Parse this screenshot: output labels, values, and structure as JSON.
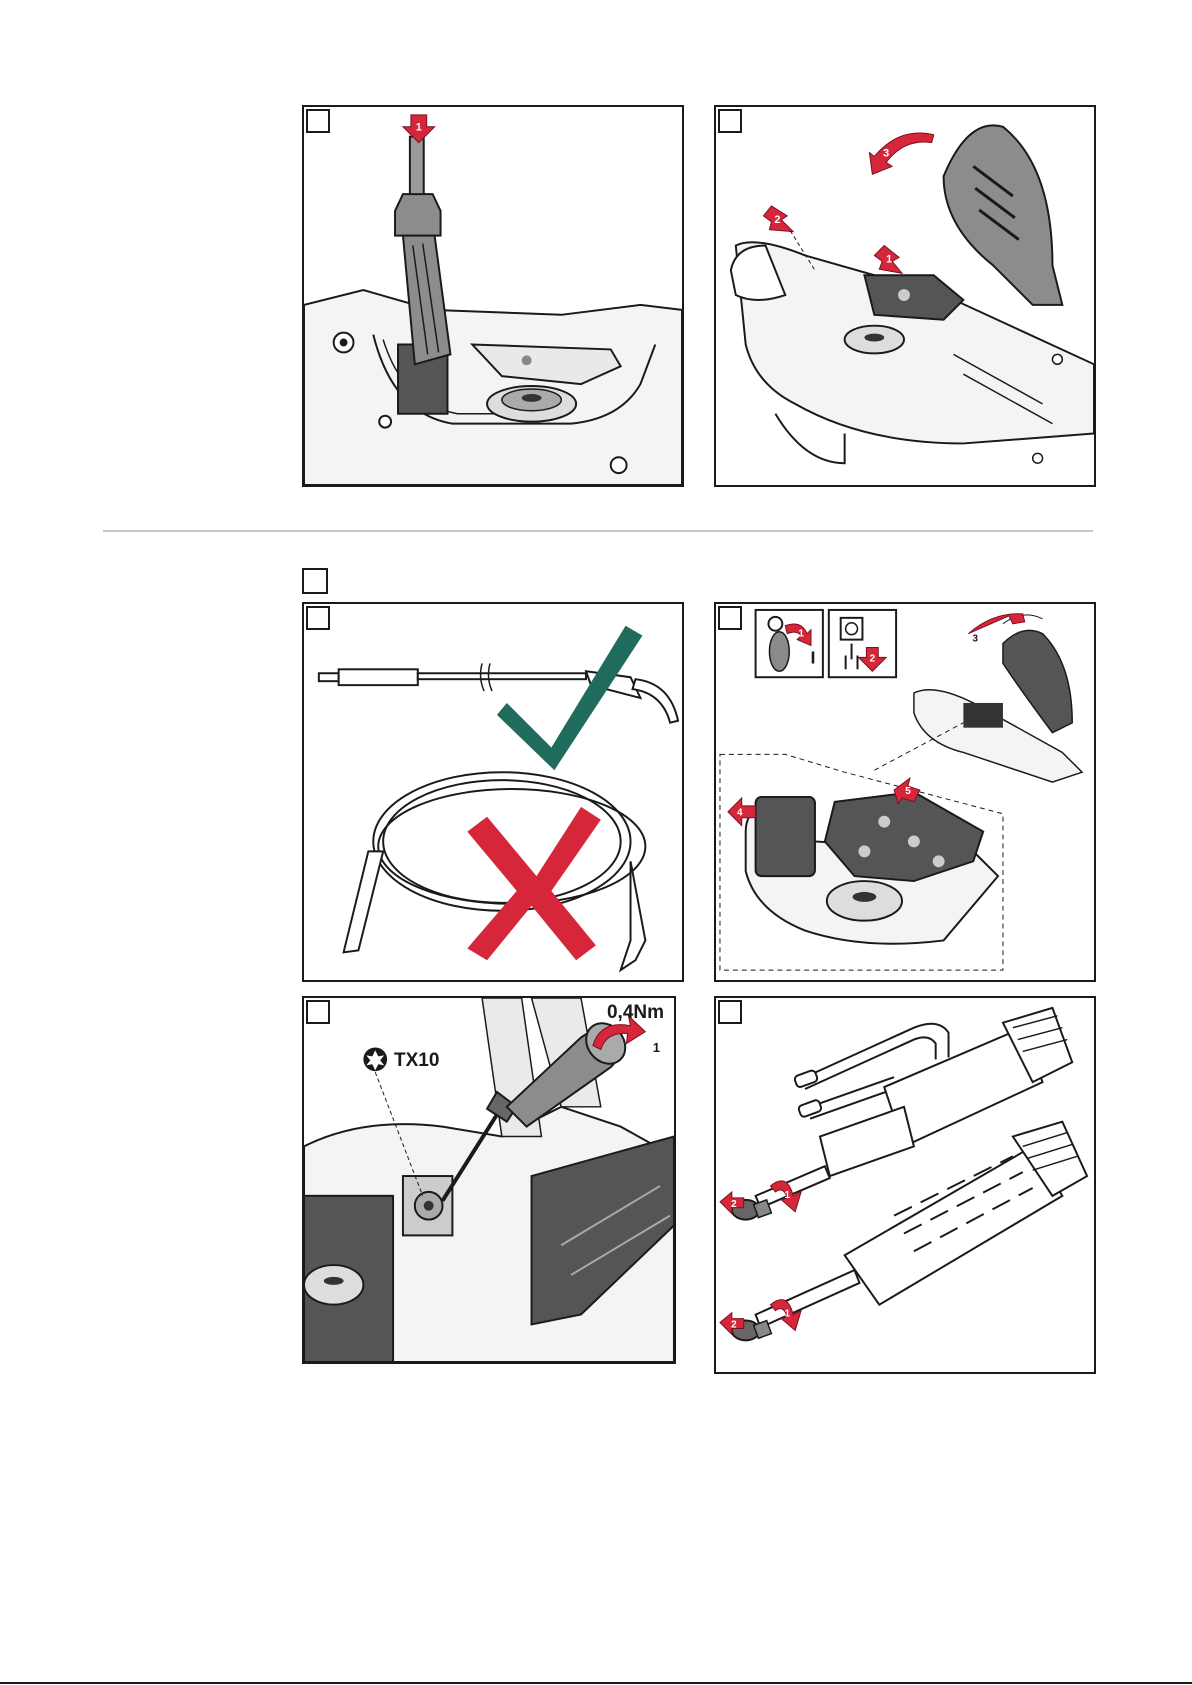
{
  "panels": {
    "p1": {
      "arrow_step": "1"
    },
    "p2": {
      "arrow_steps": [
        "1",
        "2",
        "3"
      ]
    },
    "p3": {
      "correct_icon": "check-icon",
      "wrong_icon": "cross-icon"
    },
    "p4": {
      "arrow_steps": [
        "1",
        "2",
        "3",
        "4",
        "5"
      ],
      "switch_off": "O",
      "switch_on": "I",
      "icons": [
        "power-switch-icon",
        "mains-plug-icon"
      ]
    },
    "p5": {
      "torque": "0,4Nm",
      "tool": "TX10",
      "arrow_step": "1",
      "icons": [
        "torx-icon"
      ]
    },
    "p6": {
      "arrow_steps": [
        "1",
        "2",
        "1",
        "2"
      ]
    }
  },
  "colors": {
    "accent_red": "#d6273a",
    "check_green": "#1f6b5c",
    "line": "#1a1a1a",
    "shade": "#8a8a8a",
    "divider": "#c8c8c8"
  }
}
